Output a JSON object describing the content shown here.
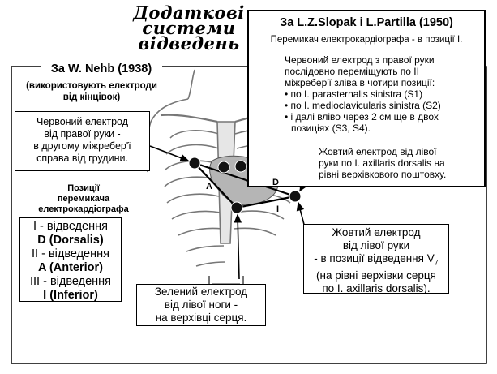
{
  "title": [
    "Додаткові",
    "системи",
    "відведень"
  ],
  "slopak": {
    "heading": "За L.Z.Slopak і L.Partilla (1950)",
    "switch_note": "Перемикач електрокардіографа - в позиції І.",
    "red_text": [
      "Червоний електрод з правої руки",
      "послідовно переміщують по ІІ",
      "міжребер'ї зліва в чотири позиції:"
    ],
    "positions": [
      "по І. parasternalis sinistra (S1)",
      "по І. medioclavicularis sinistra (S2)",
      "і далі вліво через 2 см ще в двох",
      "позиціях (S3, S4)."
    ],
    "yellow_text": [
      "Жовтий електрод від лівої",
      "руки по І. axillaris dorsalis на",
      "рівні верхівкового поштовху."
    ]
  },
  "nehb": {
    "heading": "За W. Nehb (1938)",
    "note": [
      "(використовують електроди",
      "від кінцівок)"
    ],
    "red_text": [
      "Червоний електрод",
      "від правої руки -",
      "в другому міжребер'ї",
      "справа від грудини."
    ],
    "switch_heading": [
      "Позиції",
      "перемикача",
      "електрокардіографа"
    ],
    "leads": [
      {
        "prefix": "I - відведення",
        "name": "D (Dorsalis)"
      },
      {
        "prefix": "II - відведення",
        "name": "A (Anterior)"
      },
      {
        "prefix": "III - відведення",
        "name": "I (Inferior)"
      }
    ],
    "yellow_text": [
      "Жовтий електрод",
      "від лівої руки",
      "- в позиції відведення V",
      "(на рівні верхівки серця",
      "по І. axillaris dorsalis)."
    ],
    "yellow_subscript": "7",
    "green_text": [
      "Зелений електрод",
      "від лівої ноги -",
      "на верхівці серця."
    ]
  },
  "diagram": {
    "label_d": "D",
    "label_a": "A",
    "label_i": "I"
  }
}
